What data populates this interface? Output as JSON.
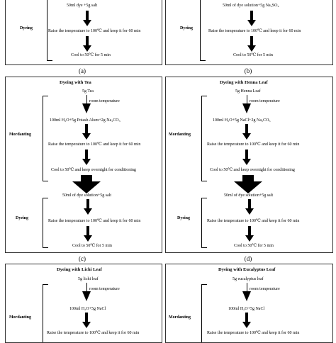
{
  "panel_a": {
    "dye_salt": "50ml dye +5g salt",
    "stage": "Dyeing",
    "raise": "Raise the temperature to 100℃ and keep it for 60 min",
    "cool": "Cool to 50℃ for 5 min",
    "caption": "(a)"
  },
  "panel_b": {
    "dye_salt": "50ml of dye solution+5g Na₂SO₄",
    "stage": "Dyeing",
    "raise": "Raise the temperature to 100℃ and keep it for 60 min",
    "cool": "Cool to 50℃ for 5 min",
    "caption": "(b)"
  },
  "panel_c": {
    "title": "Dyeing with Tea",
    "source": "5g Tea",
    "room": "room temperature",
    "recipe": "100ml H₂O+5g Potash Alum+2g Na₂CO₃",
    "mordant_stage": "Mordanting",
    "raise1": "Raise the temperature to 100℃ and keep it for 60 min",
    "cool1": "Cool to 50℃ and keep overnight for conditioning",
    "dye_salt": "50ml of dye solution+5g salt",
    "dye_stage": "Dyeing",
    "raise2": "Raise the temperature to 100℃ and keep it for 60 min",
    "cool2": "Cool to 50℃ for 5 min",
    "caption": "(c)"
  },
  "panel_d": {
    "title": "Dyeing with Henna Leaf",
    "source": "5g Henna Leaf",
    "room": "room temperature",
    "recipe": "100ml H₂O+5g NaCl+2g Na₂CO₃",
    "mordant_stage": "Mordanting",
    "raise1": "Raise the temperature to 100℃ and keep it for 60 min",
    "cool1": "Cool to 50℃ and keep overnight for conditioning",
    "dye_salt": "50ml of dye solution+5g salt",
    "dye_stage": "Dyeing",
    "raise2": "Raise the temperature to 100℃ and keep it for 60 min",
    "cool2": "Cool to 50℃ for 5 min",
    "caption": "(d)"
  },
  "panel_e": {
    "title": "Dyeing with Lichi Leaf",
    "source": "5g lichi leaf",
    "room": "room temperature",
    "recipe": "100ml H₂O+5g NaCl",
    "mordant_stage": "Mordanting",
    "raise": "Raise the temperature to 100℃ and keep it for 60 min"
  },
  "panel_f": {
    "title": "Dyeing with Eucalyptus Leaf",
    "source": "5g eucalyptus leaf",
    "room": "room temperature",
    "recipe": "100ml H₂O+5g NaCl",
    "mordant_stage": "Mordanting",
    "raise": "Raise the temperature to 100℃ and keep it for 60 min"
  }
}
